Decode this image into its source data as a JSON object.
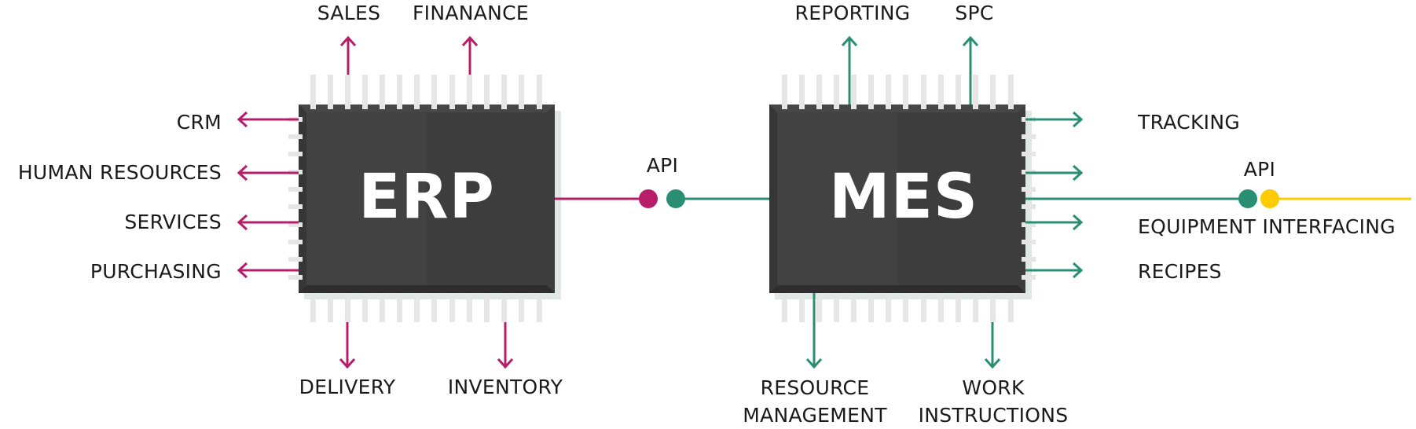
{
  "diagram": {
    "colors": {
      "erp_accent": "#b81d6a",
      "mes_accent": "#2a8f72",
      "equipment_accent": "#fecb00",
      "chip_face_left": "#424242",
      "chip_face_right": "#3d3d3d",
      "chip_shadow": "#dfe8e5",
      "pin": "#e6e6e6",
      "text": "#1a1a1a"
    },
    "erp": {
      "title": "ERP",
      "top_outputs": [
        "SALES",
        "FINANANCE"
      ],
      "left_outputs": [
        "CRM",
        "HUMAN RESOURCES",
        "SERVICES",
        "PURCHASING"
      ],
      "bottom_outputs": [
        "DELIVERY",
        "INVENTORY"
      ]
    },
    "connection_erp_mes": {
      "label": "API"
    },
    "mes": {
      "title": "MES",
      "top_outputs": [
        "REPORTING",
        "SPC"
      ],
      "right_outputs": [
        "TRACKING",
        "EQUIPMENT INTERFACING",
        "RECIPES"
      ],
      "bottom_outputs": [
        {
          "line1": "RESOURCE",
          "line2": "MANAGEMENT"
        },
        {
          "line1": "WORK",
          "line2": "INSTRUCTIONS"
        }
      ]
    },
    "connection_mes_equipment": {
      "label": "API"
    }
  }
}
